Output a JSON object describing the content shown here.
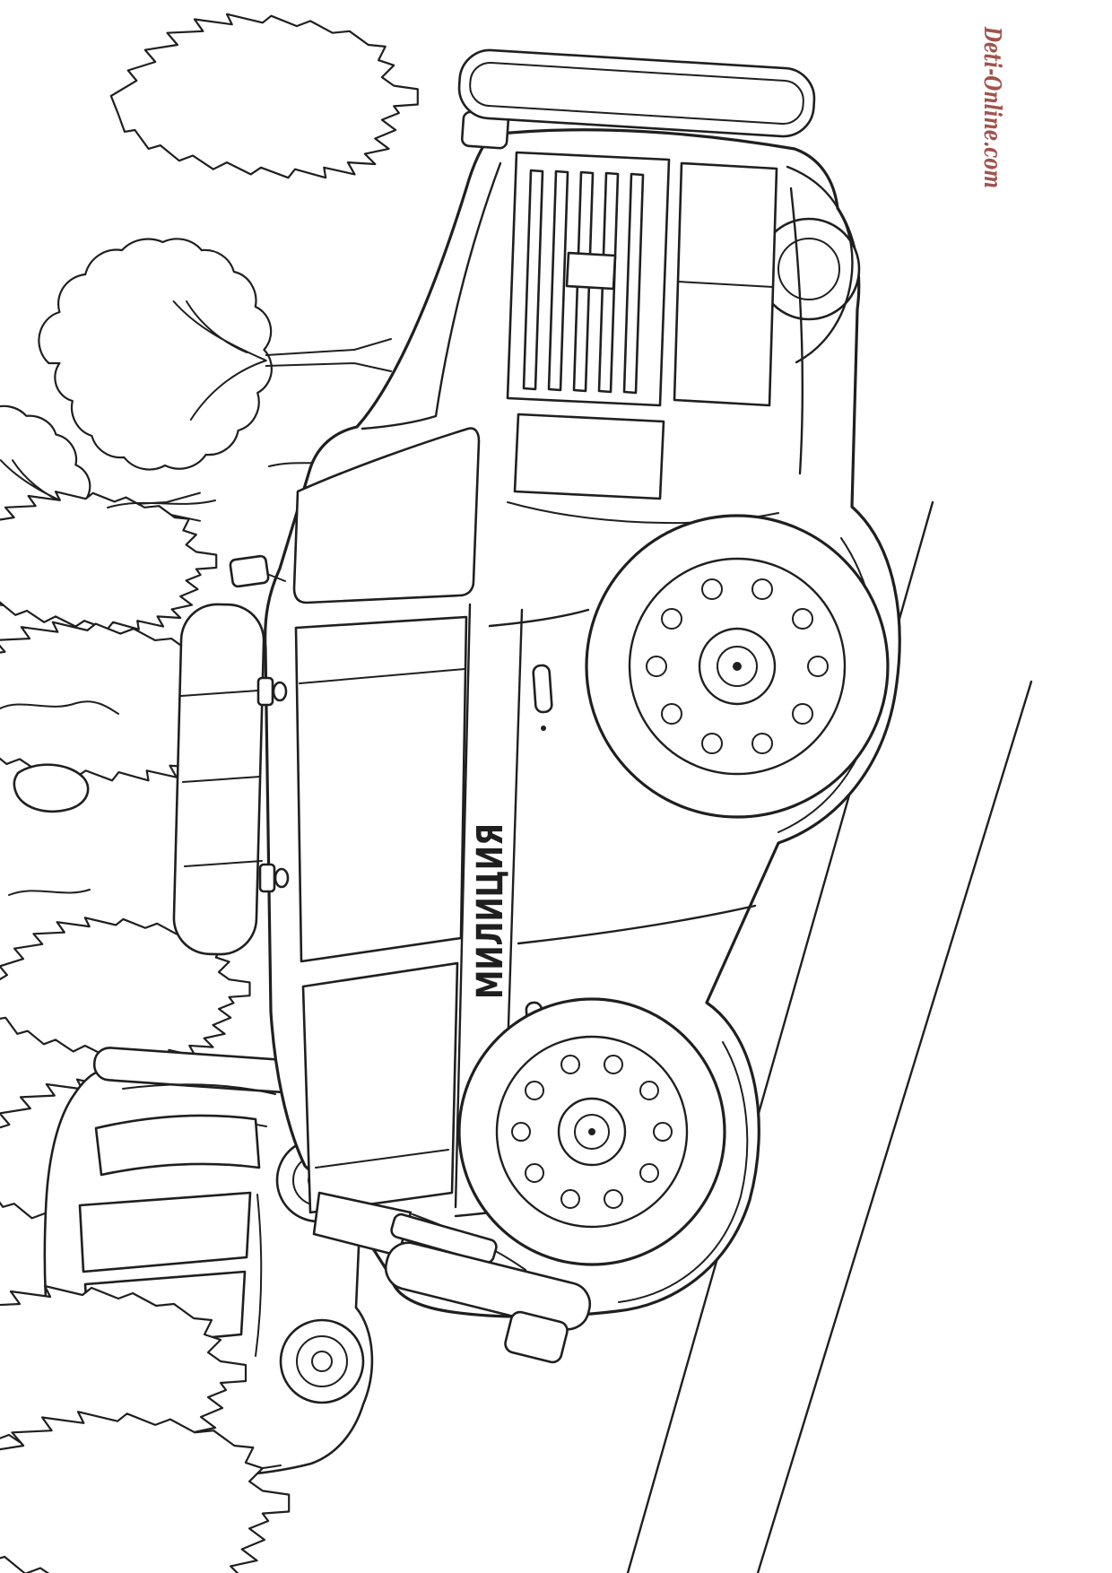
{
  "page": {
    "background_color": "#ffffff",
    "line_color": "#1f1f1f"
  },
  "watermark": {
    "text": "Deti-Online.com",
    "color": "#a0544c"
  },
  "police_car": {
    "side_text": "МИЛИЦИЯ"
  },
  "scene": {
    "elements": [
      "police-sedan",
      "roof-light-bar",
      "background-car",
      "fir-trees",
      "leafy-trees",
      "road-edge-lines",
      "ground-squiggles"
    ]
  }
}
